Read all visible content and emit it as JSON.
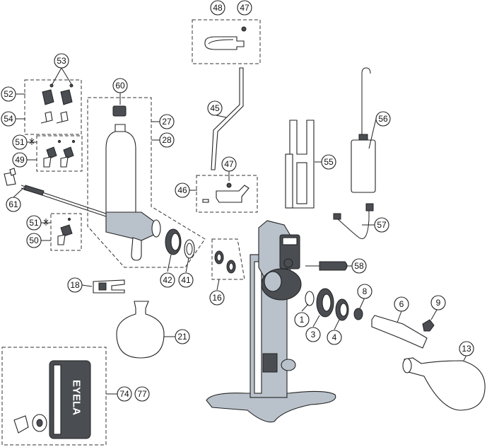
{
  "callouts": [
    {
      "id": "c48",
      "label": "48"
    },
    {
      "id": "c47a",
      "label": "47"
    },
    {
      "id": "c53",
      "label": "53"
    },
    {
      "id": "c52",
      "label": "52"
    },
    {
      "id": "c60",
      "label": "60"
    },
    {
      "id": "c45",
      "label": "45"
    },
    {
      "id": "c56",
      "label": "56"
    },
    {
      "id": "c27",
      "label": "27"
    },
    {
      "id": "c28",
      "label": "28"
    },
    {
      "id": "c54",
      "label": "54"
    },
    {
      "id": "c51a",
      "label": "51"
    },
    {
      "id": "c49",
      "label": "49"
    },
    {
      "id": "c55",
      "label": "55"
    },
    {
      "id": "c47b",
      "label": "47"
    },
    {
      "id": "c46",
      "label": "46"
    },
    {
      "id": "c61",
      "label": "61"
    },
    {
      "id": "c57",
      "label": "57"
    },
    {
      "id": "c51b",
      "label": "51"
    },
    {
      "id": "c50",
      "label": "50"
    },
    {
      "id": "c58",
      "label": "58"
    },
    {
      "id": "c42",
      "label": "42"
    },
    {
      "id": "c41",
      "label": "41"
    },
    {
      "id": "c18",
      "label": "18"
    },
    {
      "id": "c16",
      "label": "16"
    },
    {
      "id": "c8",
      "label": "8"
    },
    {
      "id": "c6",
      "label": "6"
    },
    {
      "id": "c9",
      "label": "9"
    },
    {
      "id": "c1",
      "label": "1"
    },
    {
      "id": "c3",
      "label": "3"
    },
    {
      "id": "c4",
      "label": "4"
    },
    {
      "id": "c21",
      "label": "21"
    },
    {
      "id": "c13",
      "label": "13"
    },
    {
      "id": "c74",
      "label": "74"
    },
    {
      "id": "c77",
      "label": "77"
    }
  ],
  "brand": "EYELA"
}
